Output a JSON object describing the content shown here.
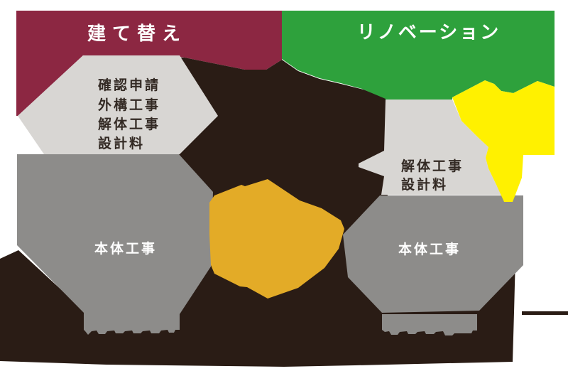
{
  "palette": {
    "background": "#ffffff",
    "maroon": "#8c2742",
    "green": "#2ea13c",
    "splash_dark": "#2a1c15",
    "light_gray": "#d8d6d3",
    "mid_gray": "#8d8c8a",
    "gold": "#e3ab27",
    "bright_yellow": "#fff100",
    "title_text": "#ffffff",
    "box_text": "#332a24"
  },
  "left_column": {
    "title": "建て替え",
    "upper_items": [
      "確認申請",
      "外構工事",
      "解体工事",
      "設計料"
    ],
    "main_label": "本体工事"
  },
  "right_column": {
    "title": "リノベーション",
    "upper_items": [
      "解体工事",
      "設計料"
    ],
    "main_label": "本体工事"
  }
}
